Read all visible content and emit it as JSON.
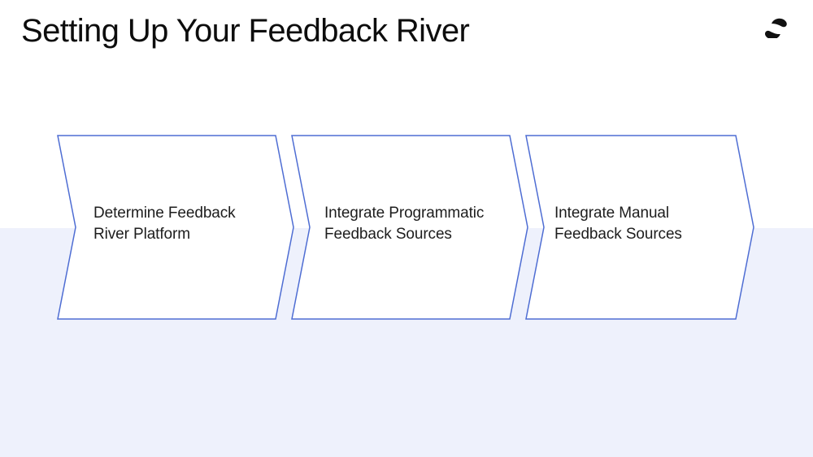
{
  "slide": {
    "title": "Setting Up Your Feedback River",
    "logo_name": "reforge-brand-mark"
  },
  "colors": {
    "band_background": "#EEF1FC",
    "chevron_border": "#4E6DD3",
    "chevron_fill": "#FFFFFF",
    "title_text": "#0D0D0D",
    "step_text": "#1D1D1D",
    "logo": "#111111"
  },
  "process": {
    "type": "chevron-flow",
    "direction": "left-to-right",
    "steps": [
      {
        "line1": "Determine Feedback",
        "line2": "River Platform"
      },
      {
        "line1": "Integrate Programmatic",
        "line2": "Feedback Sources"
      },
      {
        "line1": "Integrate Manual",
        "line2": "Feedback Sources"
      }
    ]
  }
}
